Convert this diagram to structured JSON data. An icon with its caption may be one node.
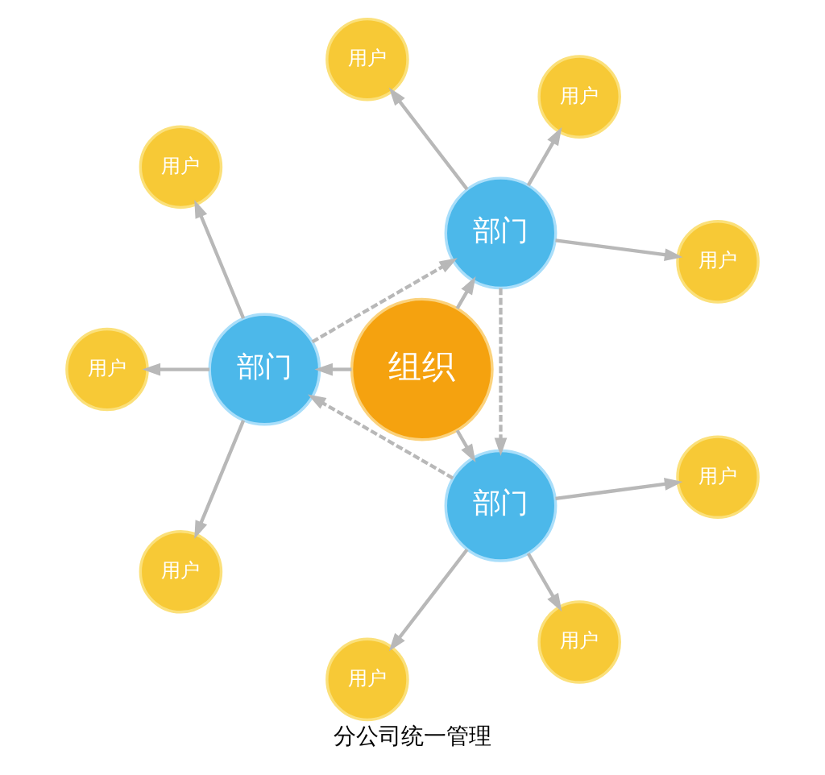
{
  "diagram": {
    "caption": "分公司统一管理",
    "nodes": [
      {
        "text": [
          "用户"
        ]
      },
      {
        "text": [
          "用户"
        ]
      },
      {
        "text": [
          "用户"
        ]
      },
      {
        "text": [
          "部门"
        ]
      },
      {
        "text": [
          "组织"
        ]
      },
      {
        "text": [
          "用户"
        ]
      },
      {
        "text": [
          "部门"
        ]
      },
      {
        "text": [
          "部门"
        ]
      },
      {
        "text": [
          "用户"
        ]
      },
      {
        "text": [
          "用户"
        ]
      },
      {
        "text": [
          "用户"
        ]
      },
      {
        "text": [
          "用户"
        ]
      },
      {
        "text": [
          "用户"
        ]
      }
    ],
    "edges": [
      {
        "from": 4,
        "to": 3,
        "arrow": "to"
      },
      {
        "from": 4,
        "to": 6,
        "arrow": "to"
      },
      {
        "from": 4,
        "to": 7,
        "arrow": "to"
      },
      {
        "from": 3,
        "to": 0,
        "arrow": "to"
      },
      {
        "from": 3,
        "to": 1,
        "arrow": "to"
      },
      {
        "from": 3,
        "to": 2,
        "arrow": "to"
      },
      {
        "from": 6,
        "to": 5,
        "arrow": "to"
      },
      {
        "from": 6,
        "to": 9,
        "arrow": "to"
      },
      {
        "from": 6,
        "to": 11,
        "arrow": "to"
      },
      {
        "from": 7,
        "to": 8,
        "arrow": "to"
      },
      {
        "from": 7,
        "to": 10,
        "arrow": "to"
      },
      {
        "from": 7,
        "to": 12,
        "arrow": "to"
      },
      {
        "from": 3,
        "to": 7,
        "arrow": "to",
        "style": "dashed"
      },
      {
        "from": 7,
        "to": 6,
        "arrow": "to",
        "style": "dashed"
      },
      {
        "from": 6,
        "to": 3,
        "arrow": "to",
        "style": "dashed"
      }
    ]
  }
}
